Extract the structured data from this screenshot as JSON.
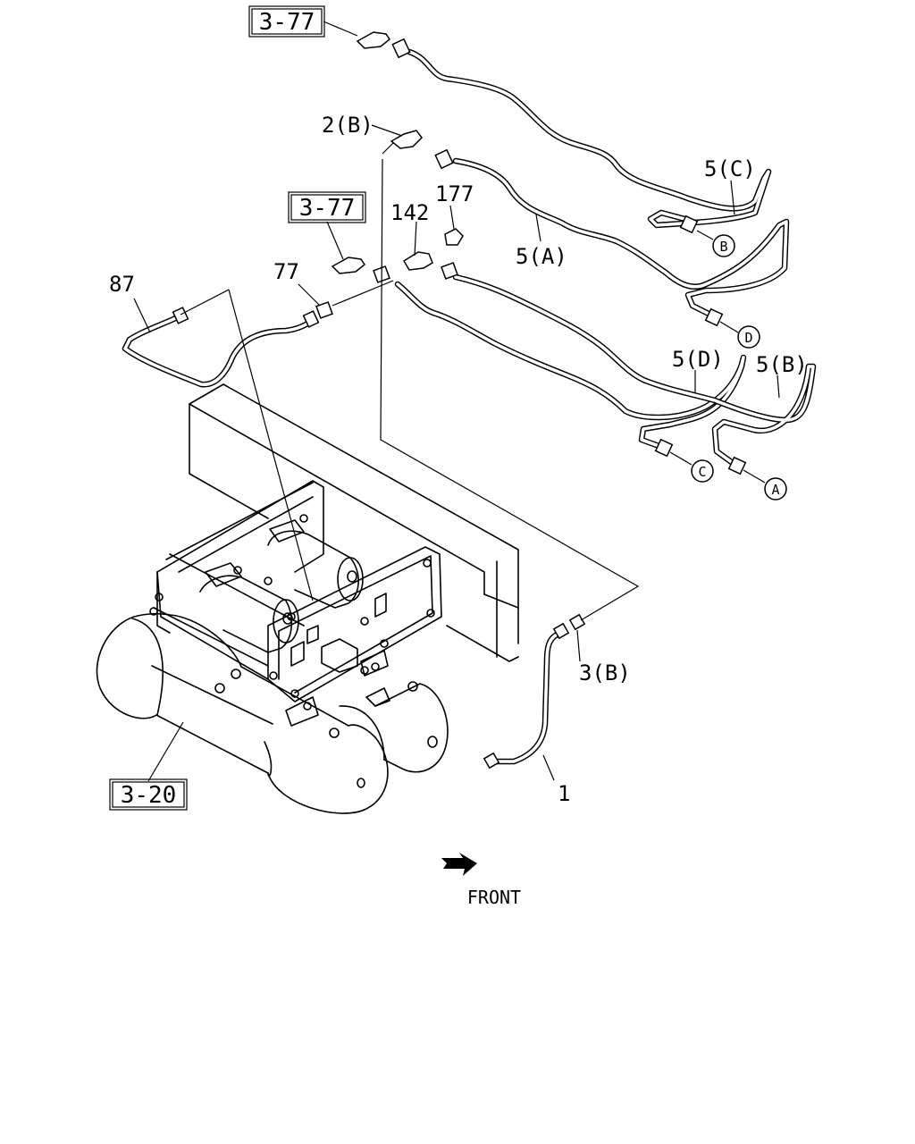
{
  "diagram": {
    "ref_boxes": {
      "top": "3-77",
      "mid": "3-77",
      "tank": "3-20"
    },
    "callouts": {
      "p2b": "2(B)",
      "p177": "177",
      "p142": "142",
      "p77": "77",
      "p87": "87",
      "p5c": "5(C)",
      "p5a": "5(A)",
      "p5d": "5(D)",
      "p5b": "5(B)",
      "p3b": "3(B)",
      "p1": "1"
    },
    "circle_refs": {
      "b": "B",
      "d": "D",
      "c": "C",
      "a": "A"
    },
    "direction": {
      "label": "FRONT",
      "icon": "front-arrow-icon"
    }
  }
}
